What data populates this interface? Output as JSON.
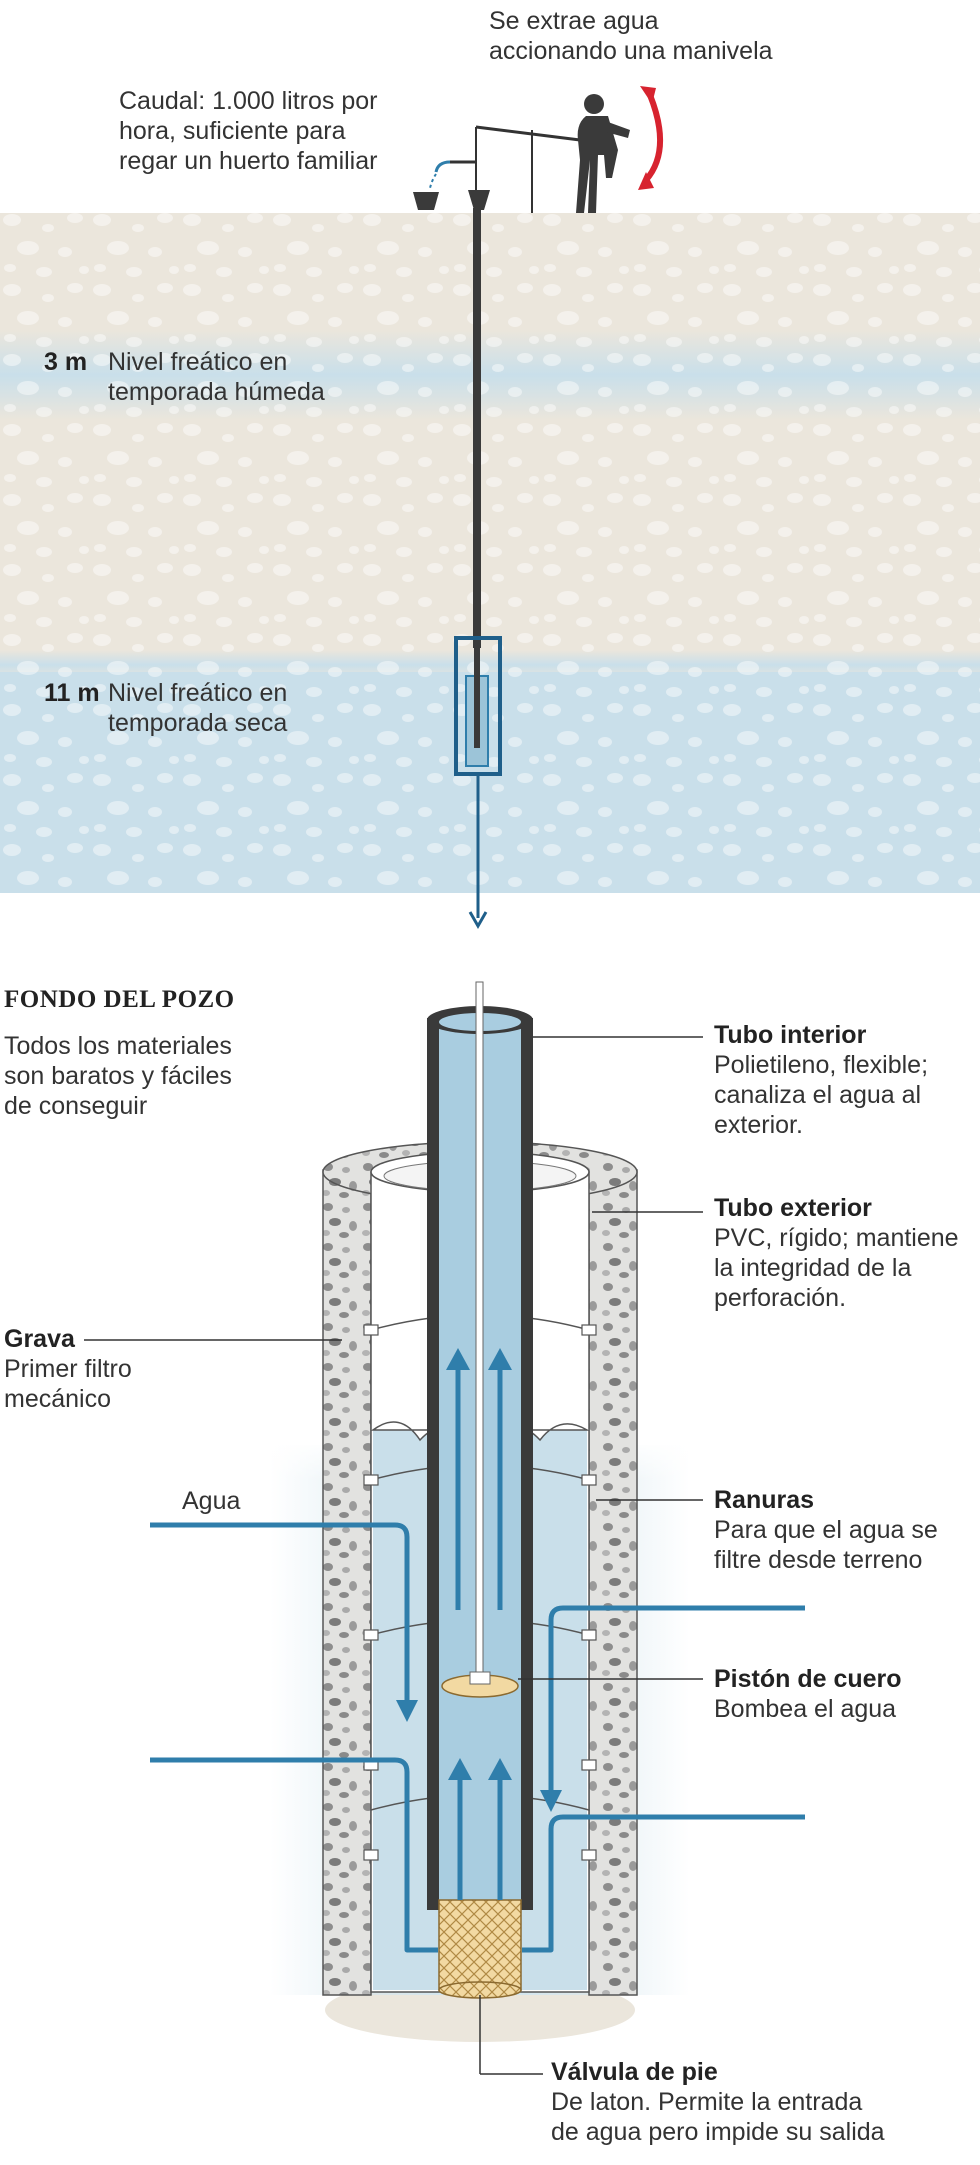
{
  "top": {
    "crank_note": [
      "Se extrae agua",
      "accionando una manivela"
    ],
    "flow_note": [
      "Caudal: 1.000 litros por",
      "hora, suficiente para",
      "regar un huerto familiar"
    ],
    "wet_level": {
      "depth": "3 m",
      "label": [
        "Nivel freático en",
        "temporada húmeda"
      ]
    },
    "dry_level": {
      "depth": "11 m",
      "label": [
        "Nivel freático en",
        "temporada seca"
      ]
    }
  },
  "detail": {
    "title": "FONDO DEL POZO",
    "subtitle": [
      "Todos los materiales",
      "son baratos y fáciles",
      "de conseguir"
    ],
    "callouts": {
      "tubo_interior": {
        "title": "Tubo interior",
        "text": [
          "Polietileno, flexible;",
          "canaliza el agua al",
          "exterior."
        ]
      },
      "tubo_exterior": {
        "title": "Tubo exterior",
        "text": [
          "PVC, rígido; mantiene",
          "la integridad de la",
          "perforación."
        ]
      },
      "grava": {
        "title": "Grava",
        "text": [
          "Primer filtro",
          "mecánico"
        ]
      },
      "agua": {
        "title": "Agua"
      },
      "ranuras": {
        "title": "Ranuras",
        "text": [
          "Para que el agua se",
          "filtre desde terreno"
        ]
      },
      "piston": {
        "title": "Pistón de cuero",
        "text": [
          "Bombea el agua"
        ]
      },
      "valvula": {
        "title": "Válvula de pie",
        "text": [
          "De laton. Permite la entrada",
          "de agua pero impide su salida"
        ]
      }
    }
  },
  "colors": {
    "soil": "#ebe6dc",
    "water": "#c9dfea",
    "water_dark": "#2f7eab",
    "pipe": "#3a3a3a",
    "arrow_red": "#d7232f",
    "brass": "#f2d9a2"
  }
}
